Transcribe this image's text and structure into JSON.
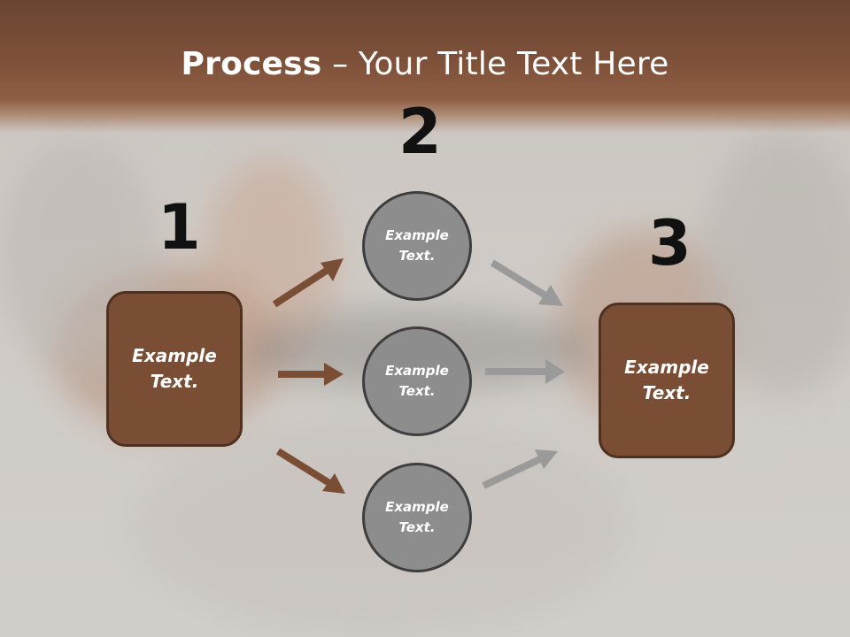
{
  "title": {
    "bold": "Process",
    "rest": " – Your Title Text Here"
  },
  "steps": {
    "one": "1",
    "two": "2",
    "three": "3"
  },
  "left_box": {
    "text": "Example Text."
  },
  "circles": [
    {
      "text": "Example Text."
    },
    {
      "text": "Example Text."
    },
    {
      "text": "Example Text."
    }
  ],
  "right_box": {
    "text": "Example Text."
  },
  "colors": {
    "title_band": "#7d5039",
    "box_fill": "#7a4e35",
    "circle_fill": "#8d8d8d",
    "arrow_brown": "#7a4e35",
    "arrow_gray": "#9a9a9a"
  }
}
